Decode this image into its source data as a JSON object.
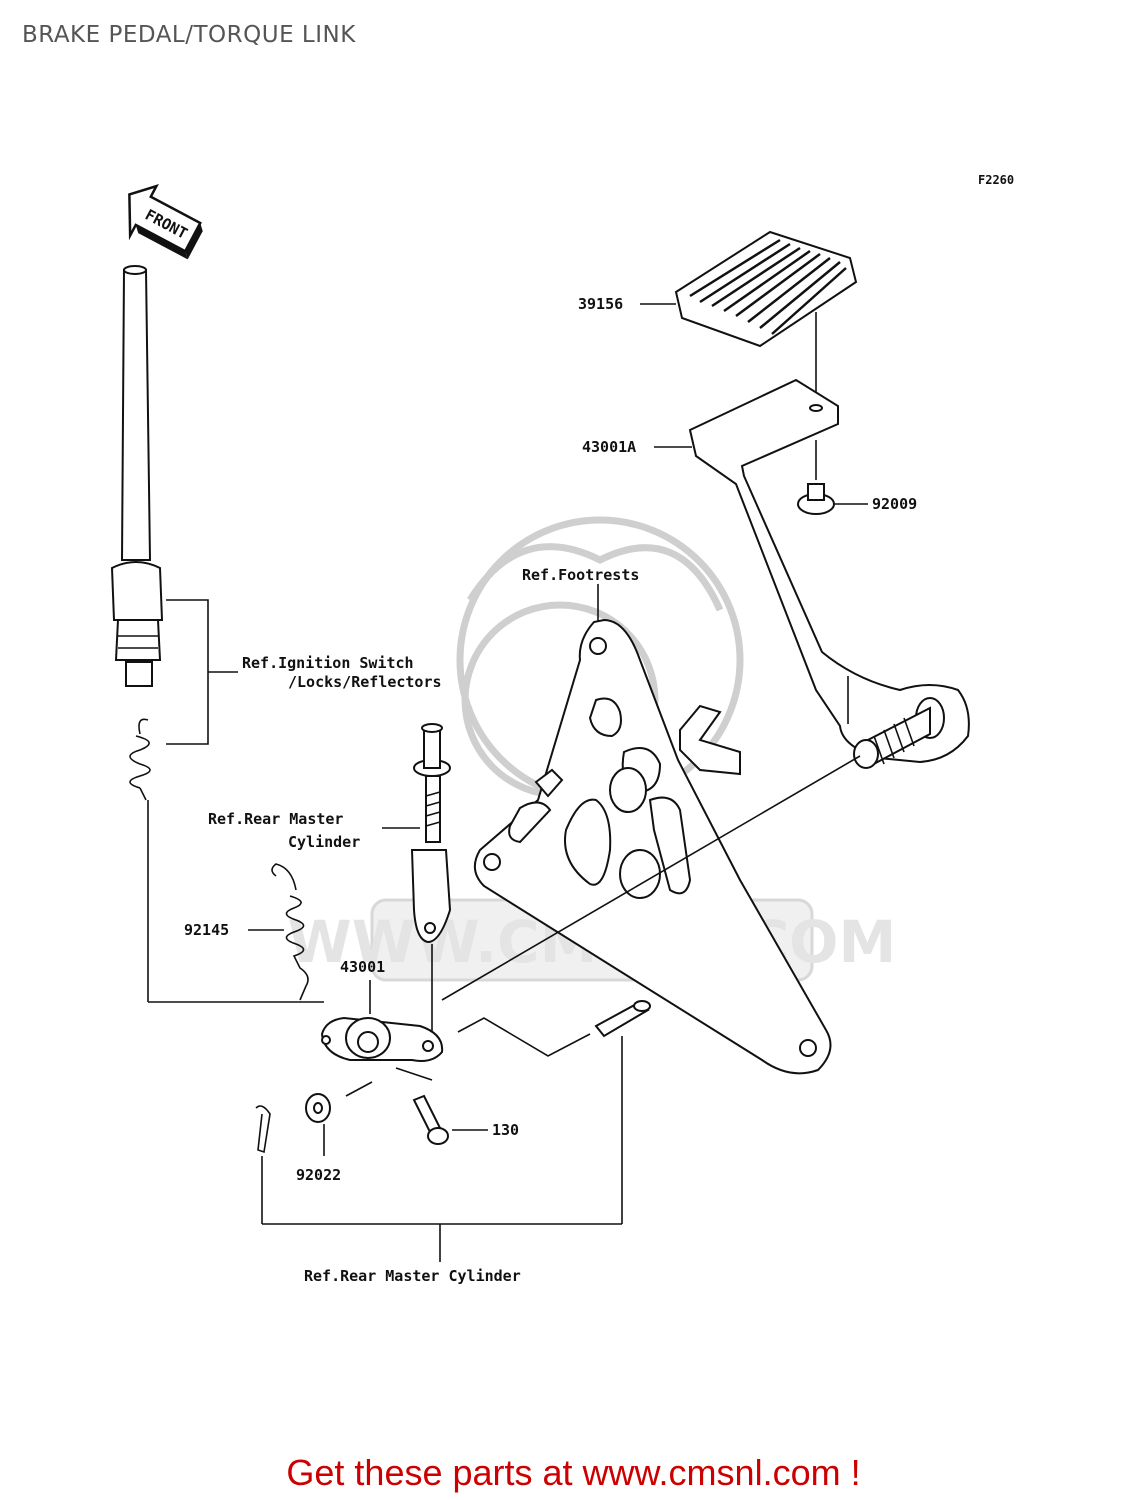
{
  "title": "BRAKE PEDAL/TORQUE LINK",
  "figure_code": "F2260",
  "front_arrow_label": "FRONT",
  "watermark": "WWW.CMSNL.COM",
  "labels": {
    "p39156": "39156",
    "p43001A": "43001A",
    "p92009": "92009",
    "ref_footrests": "Ref.Footrests",
    "ref_ignition_line1": "Ref.Ignition Switch",
    "ref_ignition_line2": "/Locks/Reflectors",
    "ref_rear_master_line1": "Ref.Rear Master",
    "ref_rear_master_line2": "Cylinder",
    "p92145": "92145",
    "p43001": "43001",
    "p130": "130",
    "p92022": "92022",
    "ref_rear_master_cylinder_bottom": "Ref.Rear Master Cylinder"
  },
  "footer": "Get these parts at www.cmsnl.com !"
}
